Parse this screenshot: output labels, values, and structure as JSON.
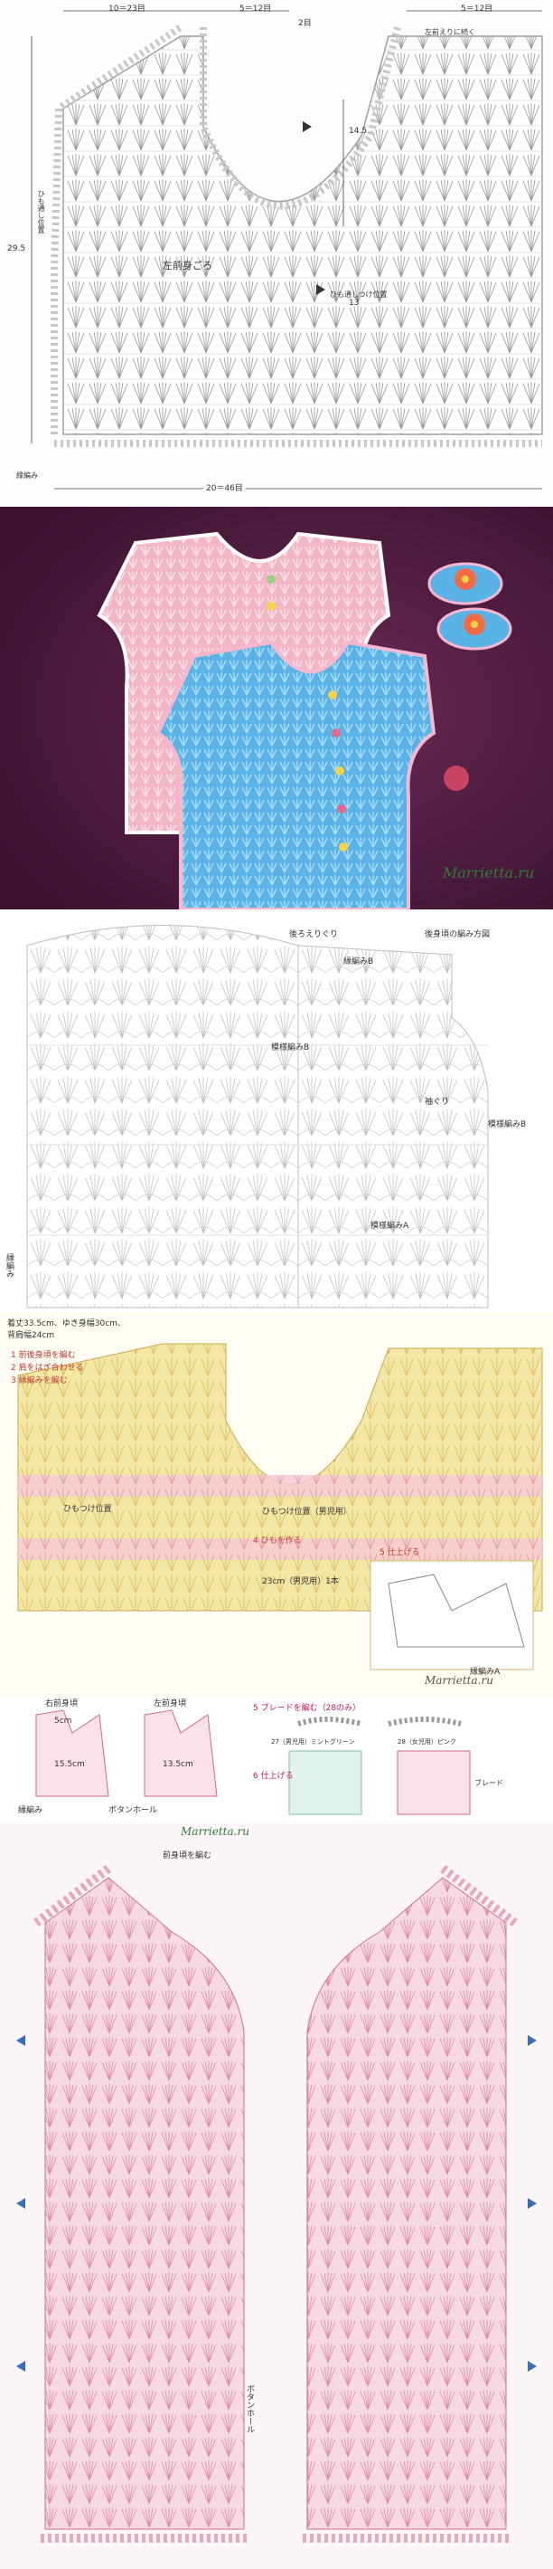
{
  "panel1": {
    "dim_top_left": "10＝23目",
    "dim_top_mid": "5＝12目",
    "dim_top_right": "5＝12目",
    "dim_neck": "2目",
    "dim_height": "14.5",
    "dim_height2": "29.5",
    "dim_side": "13",
    "dim_bottom": "20＝46目",
    "label_piece": "左前身ごろ",
    "label_tie": "ひも通し位置",
    "label_tie2": "ひも通しつけ位置",
    "label_edge": "縁編み",
    "label_cont": "左前えりに続く"
  },
  "panel2": {
    "watermark": "Marrietta.ru"
  },
  "panel3": {
    "label_neck": "後ろえりぐり",
    "label_edgeB": "縁編みB",
    "label_pattern": "模様編みB",
    "label_arm": "袖ぐり",
    "label_patternB": "模様編みB",
    "label_patternA": "模様編みA",
    "label_title": "後身頃の編み方図",
    "label_side": "縁編み"
  },
  "panel4": {
    "info_line1": "着丈33.5cm、ゆき身幅30cm、",
    "info_line2": "背肩幅24cm",
    "step1": "1 前後身頃を編む",
    "step2": "2 肩をはぎ合わせる",
    "step3": "3 縁編みを編む",
    "label_tie_pos": "ひもつけ位置",
    "label_tie_pos2": "ひもつけ位置（男児用）",
    "step4": "4 ひもを作る",
    "step5": "5 仕上げる",
    "label_edgeA": "縁編みA",
    "watermark": "Marrietta.ru",
    "label_len": "23cm（男児用）1本"
  },
  "panel5": {
    "title_right": "右前身頃",
    "title_left": "左前身頃",
    "m1": "15.5cm",
    "m2": "13.5cm",
    "m3": "5cm",
    "label_button": "ボタンホール",
    "label_edge": "縁編み",
    "step5": "5 ブレードを編む（28のみ）",
    "step6": "6 仕上げる",
    "color1": "27（男児用）ミントグリーン",
    "color2": "28（女児用）ピンク",
    "label_blade": "ブレード"
  },
  "panel6": {
    "label_front": "前身頃を編む",
    "label_button": "ボタンホール",
    "watermark": "Marrietta.ru"
  },
  "colors": {
    "chart_line": "#b8b8b8",
    "pink_knit": "#f2b6c6",
    "blue_knit": "#5ab3e6",
    "photo_bg": "#4a1a3a",
    "pattern_yellow": "#f3e7a5",
    "pattern_pink": "#f6c9d6"
  }
}
